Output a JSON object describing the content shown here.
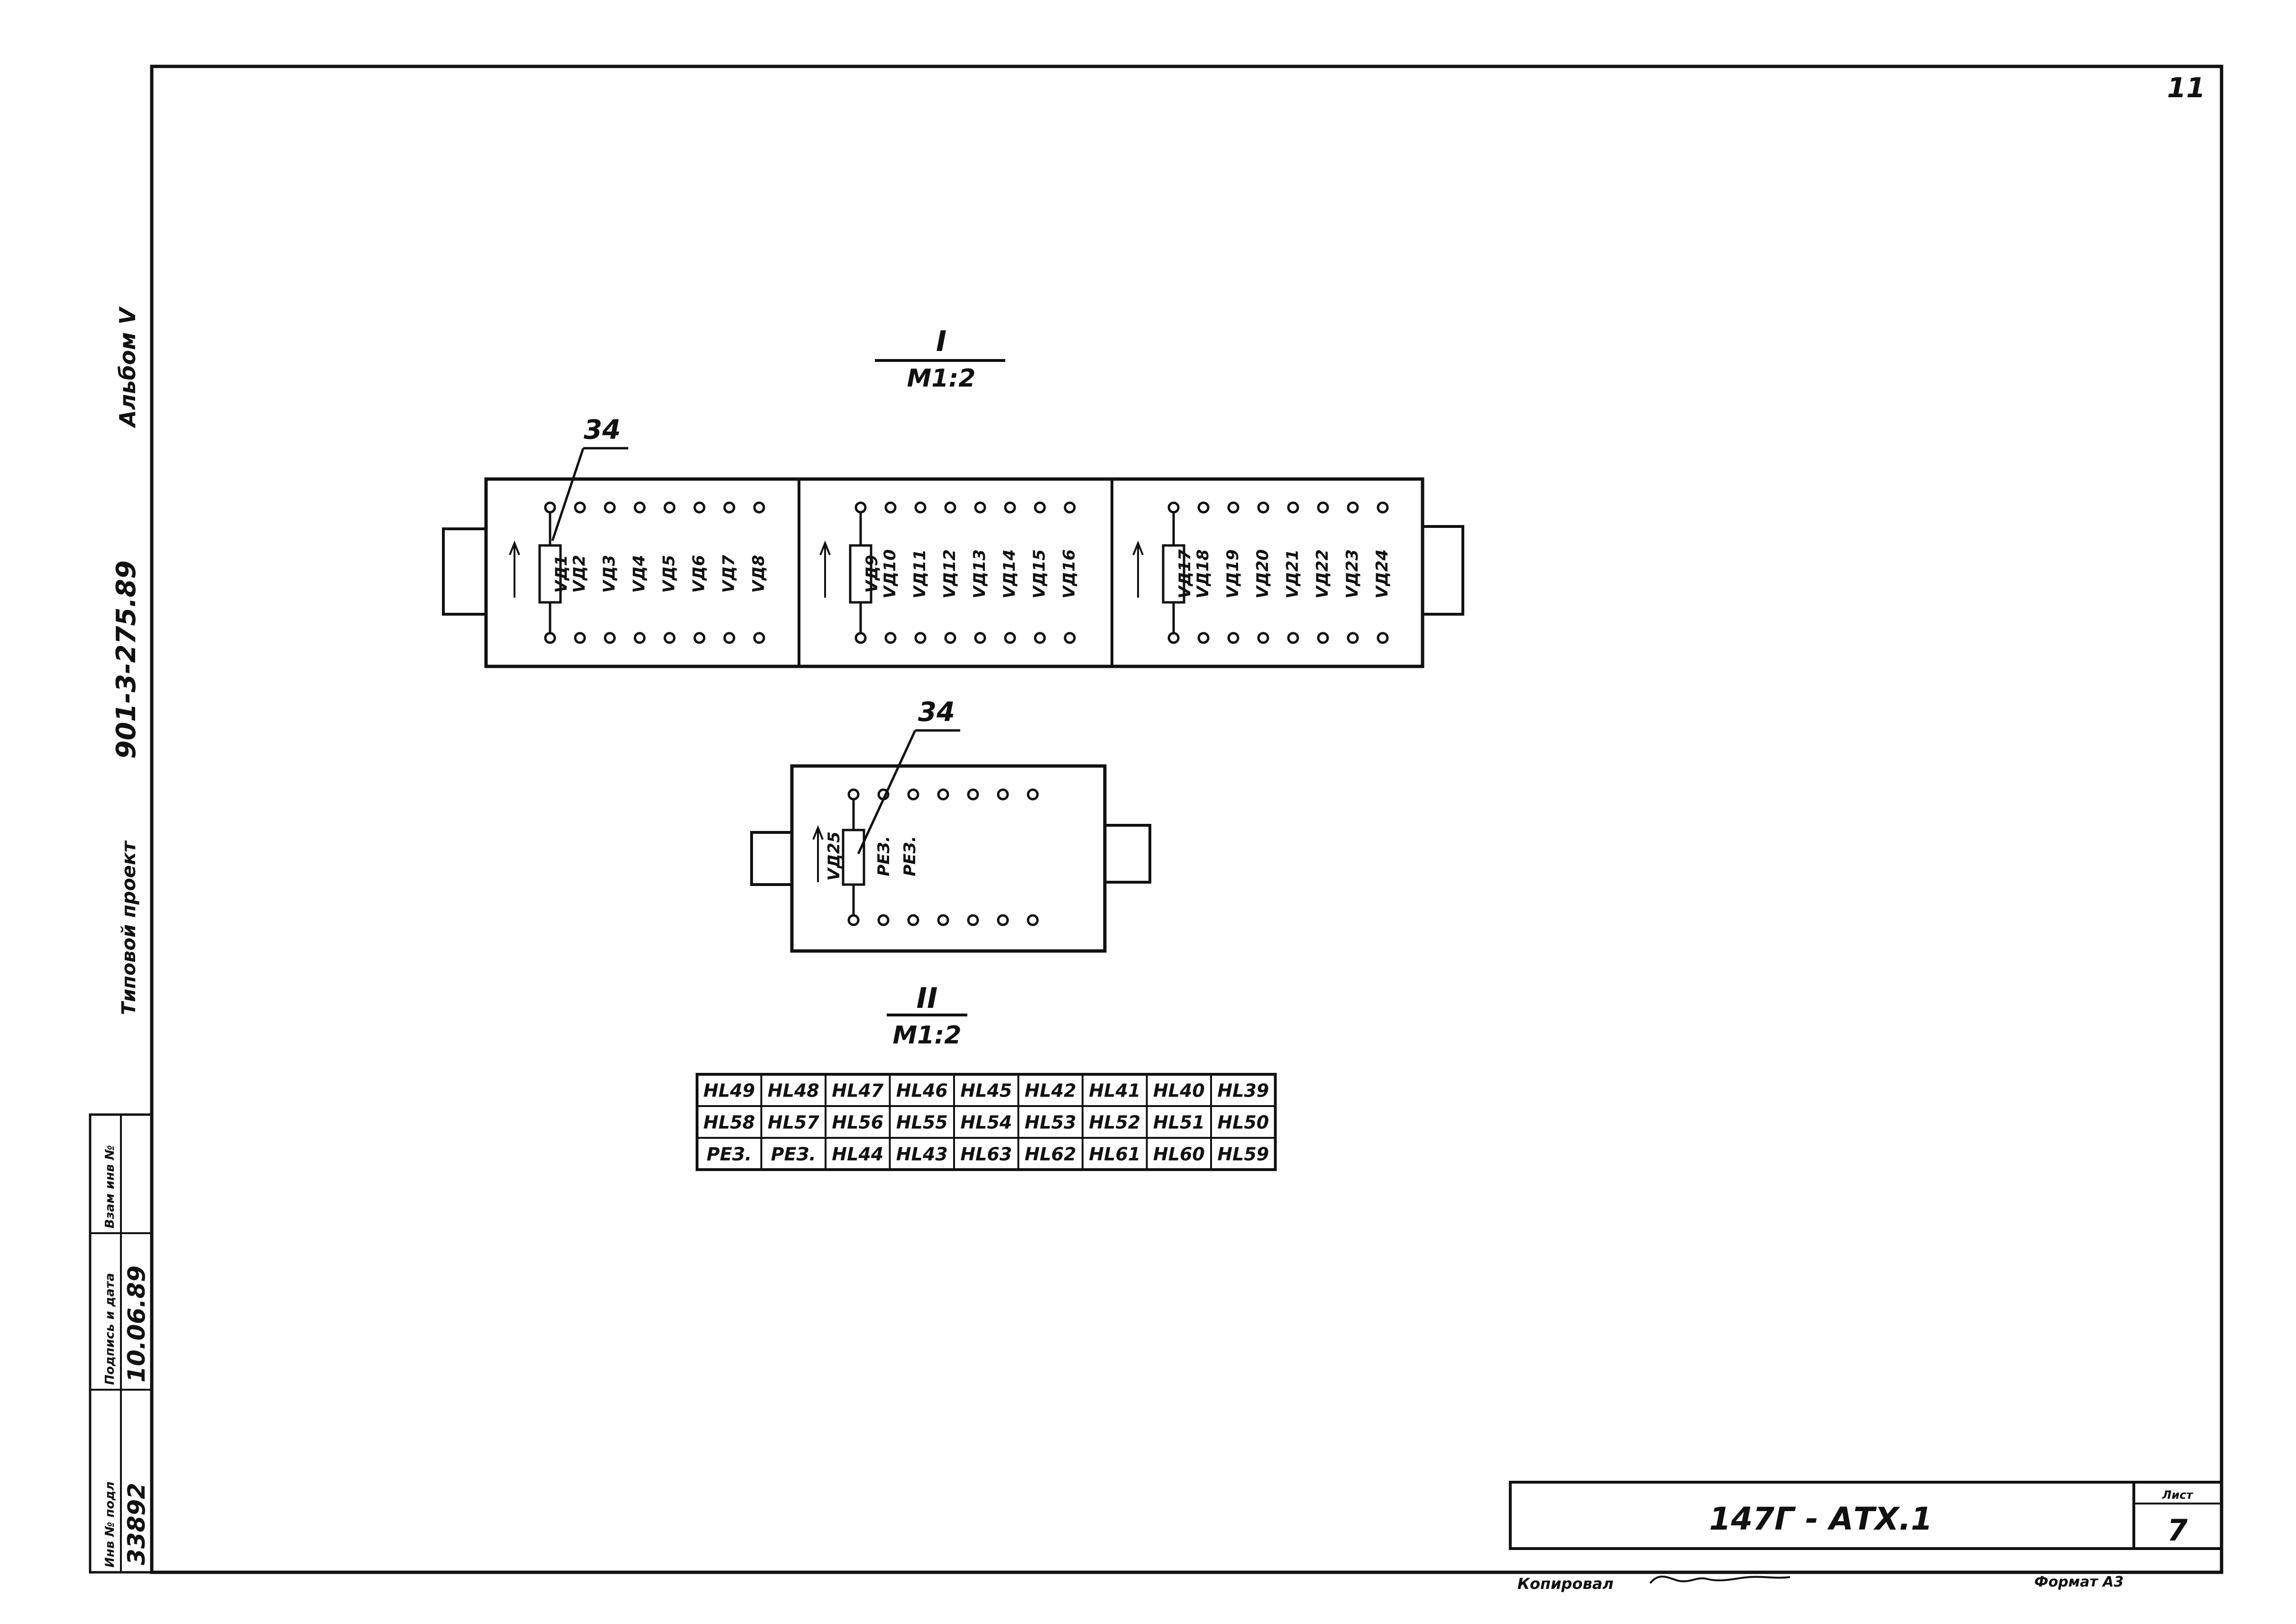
{
  "page_number": "11",
  "side_labels": {
    "album": "Альбом Ⅴ",
    "project_code": "901-3-275.89",
    "typical_project": "Типовой проект"
  },
  "stamp": {
    "inv_label": "Инв № подл",
    "inv_value": "33892",
    "sign_label": "Подпись и дата",
    "sign_value": "10.06.89",
    "replace_label": "Взам инв №"
  },
  "section1": {
    "numeral": "I",
    "scale": "М1:2"
  },
  "section2": {
    "numeral": "II",
    "scale": "М1:2"
  },
  "callout1": "34",
  "callout2": "34",
  "panel1": {
    "block_a": [
      "VД1",
      "VД2",
      "VД3",
      "VД4",
      "VД5",
      "VД6",
      "VД7",
      "VД8"
    ],
    "block_b": [
      "VД9",
      "VД10",
      "VД11",
      "VД12",
      "VД13",
      "VД14",
      "VД15",
      "VД16"
    ],
    "block_c": [
      "VД17",
      "VД18",
      "VД19",
      "VД20",
      "VД21",
      "VД22",
      "VД23",
      "VД24"
    ]
  },
  "panel2": {
    "labels": [
      "VД25",
      "РЕЗ.",
      "РЕЗ."
    ]
  },
  "lamp_table": [
    [
      "HL49",
      "HL48",
      "HL47",
      "HL46",
      "HL45",
      "HL42",
      "HL41",
      "HL40",
      "HL39"
    ],
    [
      "HL58",
      "HL57",
      "HL56",
      "HL55",
      "HL54",
      "HL53",
      "HL52",
      "HL51",
      "HL50"
    ],
    [
      "РЕЗ.",
      "РЕЗ.",
      "HL44",
      "HL43",
      "HL63",
      "HL62",
      "HL61",
      "HL60",
      "HL59"
    ]
  ],
  "title_block": {
    "doc_code": "147Г - АТХ.1",
    "sheet_label": "Лист",
    "sheet_number": "7"
  },
  "footer": {
    "copied": "Копировал",
    "format": "Формат А3"
  }
}
